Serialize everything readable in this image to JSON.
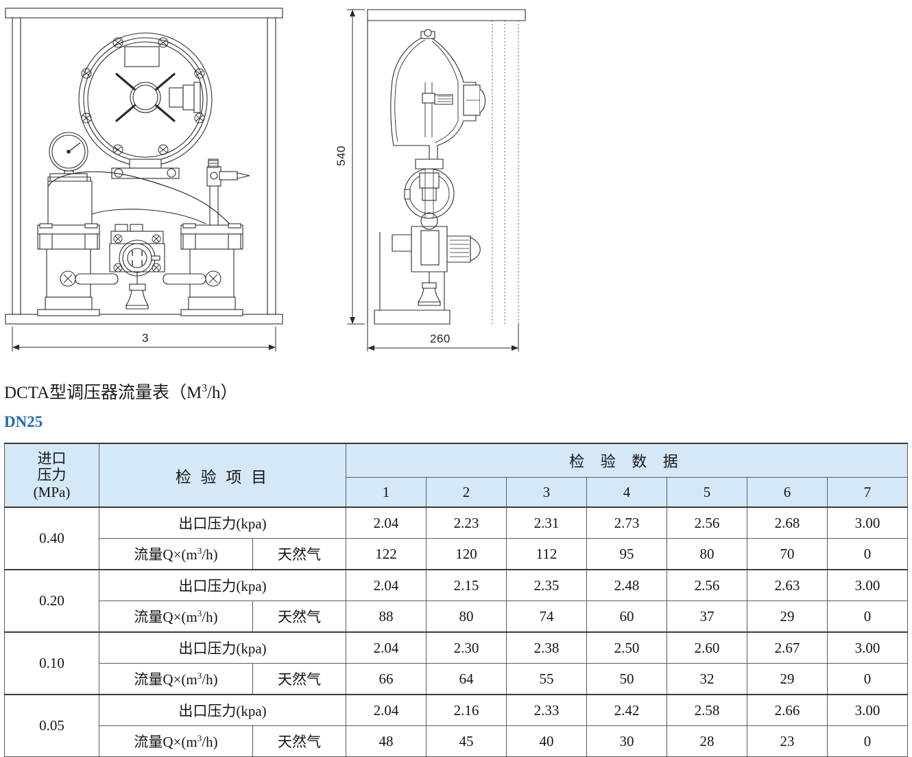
{
  "drawings": {
    "front_view": {
      "name": "gas-pressure-regulator-front-view",
      "dimension_label": "3"
    },
    "side_view": {
      "name": "gas-pressure-regulator-side-view",
      "height_label": "540",
      "width_label": "260"
    }
  },
  "caption": {
    "prefix": "DCTA型调压器流量表（M",
    "sup": "3",
    "suffix": "/h）"
  },
  "dn_label": "DN25",
  "table": {
    "headers": {
      "inlet_pressure_line1": "进口",
      "inlet_pressure_line2": "压力",
      "inlet_pressure_line3": "(MPa)",
      "inspection_item": "检 验 项 目",
      "inspection_data": "检 验 数 据",
      "columns": [
        "1",
        "2",
        "3",
        "4",
        "5",
        "6",
        "7"
      ]
    },
    "labels": {
      "outlet_pressure": "出口压力(kpa)",
      "flow_prefix": "流量Q×(m",
      "flow_sup": "3",
      "flow_suffix": "/h)",
      "natural_gas": "天然气"
    },
    "rows": [
      {
        "inlet_pressure": "0.40",
        "outlet_pressure": [
          "2.04",
          "2.23",
          "2.31",
          "2.73",
          "2.56",
          "2.68",
          "3.00"
        ],
        "flow": [
          "122",
          "120",
          "112",
          "95",
          "80",
          "70",
          "0"
        ]
      },
      {
        "inlet_pressure": "0.20",
        "outlet_pressure": [
          "2.04",
          "2.15",
          "2.35",
          "2.48",
          "2.56",
          "2.63",
          "3.00"
        ],
        "flow": [
          "88",
          "80",
          "74",
          "60",
          "37",
          "29",
          "0"
        ]
      },
      {
        "inlet_pressure": "0.10",
        "outlet_pressure": [
          "2.04",
          "2.30",
          "2.38",
          "2.50",
          "2.60",
          "2.67",
          "3.00"
        ],
        "flow": [
          "66",
          "64",
          "55",
          "50",
          "32",
          "29",
          "0"
        ]
      },
      {
        "inlet_pressure": "0.05",
        "outlet_pressure": [
          "2.04",
          "2.16",
          "2.33",
          "2.42",
          "2.58",
          "2.66",
          "3.00"
        ],
        "flow": [
          "48",
          "45",
          "40",
          "30",
          "28",
          "23",
          "0"
        ]
      }
    ]
  },
  "colors": {
    "header_blue": "#d5e8f7",
    "dn_blue": "#1f6ab4",
    "line": "#5a5a5a"
  }
}
